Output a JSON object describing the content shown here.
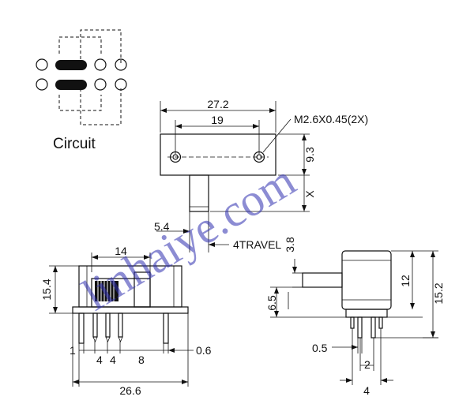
{
  "circuit": {
    "label": "Circuit"
  },
  "top_view": {
    "overall_width": "27.2",
    "hole_spacing": "19",
    "screw_spec": "M2.6X0.45(2X)",
    "body_height": "9.3",
    "lever_length": "X",
    "lever_width": "5.4",
    "travel": "4TRAVEL"
  },
  "front_view": {
    "top_width": "14",
    "height": "15.4",
    "pitch_1": "1",
    "pitch_2": "4",
    "pitch_3": "4",
    "pitch_4": "8",
    "pin_thickness": "0.6",
    "overall_width": "26.6"
  },
  "side_view": {
    "lever_offset": "3.8",
    "body_height": "12",
    "overall_height": "15.2",
    "lever_height": "6.5",
    "pin_width": "0.5",
    "pin_spacing": "2",
    "base_width": "4"
  },
  "watermark": "linhaiye.com"
}
